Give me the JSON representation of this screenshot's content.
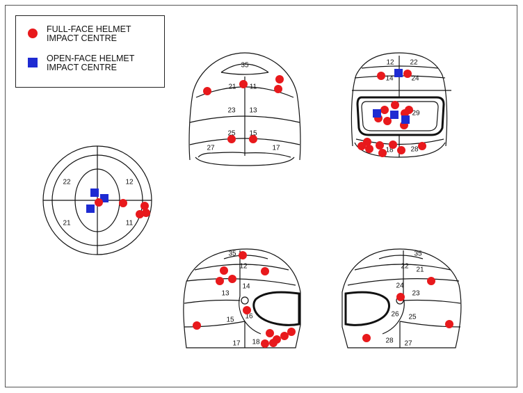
{
  "legend": {
    "full_face": {
      "line1": "FULL-FACE HELMET",
      "line2": "IMPACT CENTRE",
      "color": "#e8191c"
    },
    "open_face": {
      "line1": "OPEN-FACE HELMET",
      "line2": "IMPACT CENTRE",
      "color": "#1e2bd2"
    }
  },
  "zones": {
    "top": {
      "z22": "22",
      "z12": "12",
      "z21": "21",
      "z11": "11"
    },
    "rear": {
      "z35": "35",
      "z21": "21",
      "z11": "11",
      "z23": "23",
      "z13": "13",
      "z25": "25",
      "z15": "15",
      "z27": "27",
      "z17": "17"
    },
    "front": {
      "z12": "12",
      "z22": "22",
      "z14": "14",
      "z24": "24",
      "z29": "29",
      "z18": "18",
      "z28": "28"
    },
    "left": {
      "z35": "35",
      "z12": "12",
      "z14": "14",
      "z13": "13",
      "z16": "16",
      "z15": "15",
      "z17": "17",
      "z18": "18"
    },
    "right": {
      "z35": "35",
      "z22": "22",
      "z21": "21",
      "z24": "24",
      "z23": "23",
      "z26": "26",
      "z25": "25",
      "z28": "28",
      "z27": "27"
    }
  }
}
